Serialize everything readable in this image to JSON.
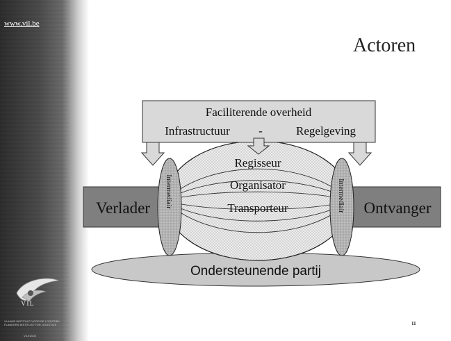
{
  "sidebar": {
    "url": "www.vil.be",
    "logo_text": "VIL",
    "institute_line1": "VLAAMS INSTITUUT VOOR DE LOGISTIEK",
    "institute_line2": "FLANDERS INSTITUTE FOR LOGISTICS",
    "footer": "VIL©2005"
  },
  "slide": {
    "title": "Actoren",
    "page_number": "11"
  },
  "diagram": {
    "government_box": {
      "line1": "Faciliterende overheid",
      "left": "Infrastructuur",
      "separator": "-",
      "right": "Regelgeving"
    },
    "roles": [
      "Regisseur",
      "Organisator",
      "Transporteur"
    ],
    "left_actor": "Verlader",
    "right_actor": "Ontvanger",
    "intermediary_left": "Intermediair",
    "intermediary_right": "Intermediair",
    "support": "Ondersteunende partij"
  },
  "colors": {
    "box_fill": "#d9d9d9",
    "actor_fill": "#7f7f7f",
    "support_fill": "#c8c8c8"
  }
}
